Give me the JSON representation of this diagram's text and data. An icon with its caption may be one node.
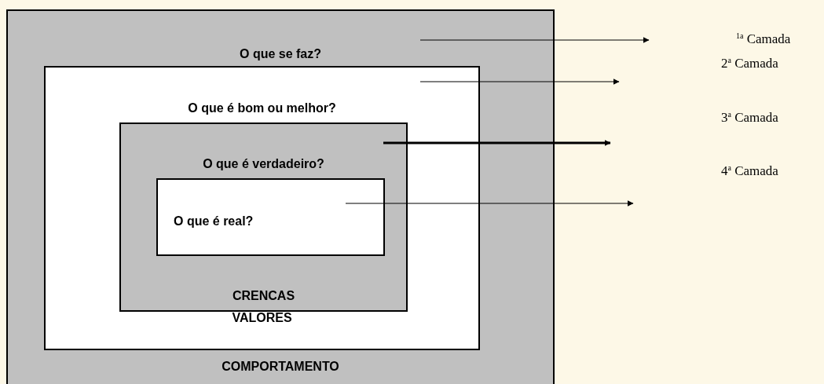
{
  "diagram": {
    "nodes": [
      {
        "text": [
          "O que se faz?",
          "COMPORTAMENTO"
        ]
      },
      {
        "text": [
          "O que é bom ou melhor?",
          "VALORES"
        ],
        "in": 0
      },
      {
        "text": [
          "O que é verdadeiro?",
          "CRENCAS"
        ],
        "in": 1
      },
      {
        "text": [
          "O que é real?"
        ],
        "in": 2
      }
    ],
    "edges": [
      {
        "from": 0,
        "to": null,
        "arrow": "to"
      },
      {
        "from": 1,
        "to": null,
        "arrow": "to"
      },
      {
        "from": 2,
        "to": null,
        "arrow": "to",
        "style": "thick"
      },
      {
        "from": 3,
        "to": null,
        "arrow": "to"
      }
    ],
    "labels": [
      "$^{1a}$ Camada",
      "2$^{a}$ Camada",
      "3$^{a}$ Camada",
      "4$^{a}$ Camada"
    ]
  }
}
